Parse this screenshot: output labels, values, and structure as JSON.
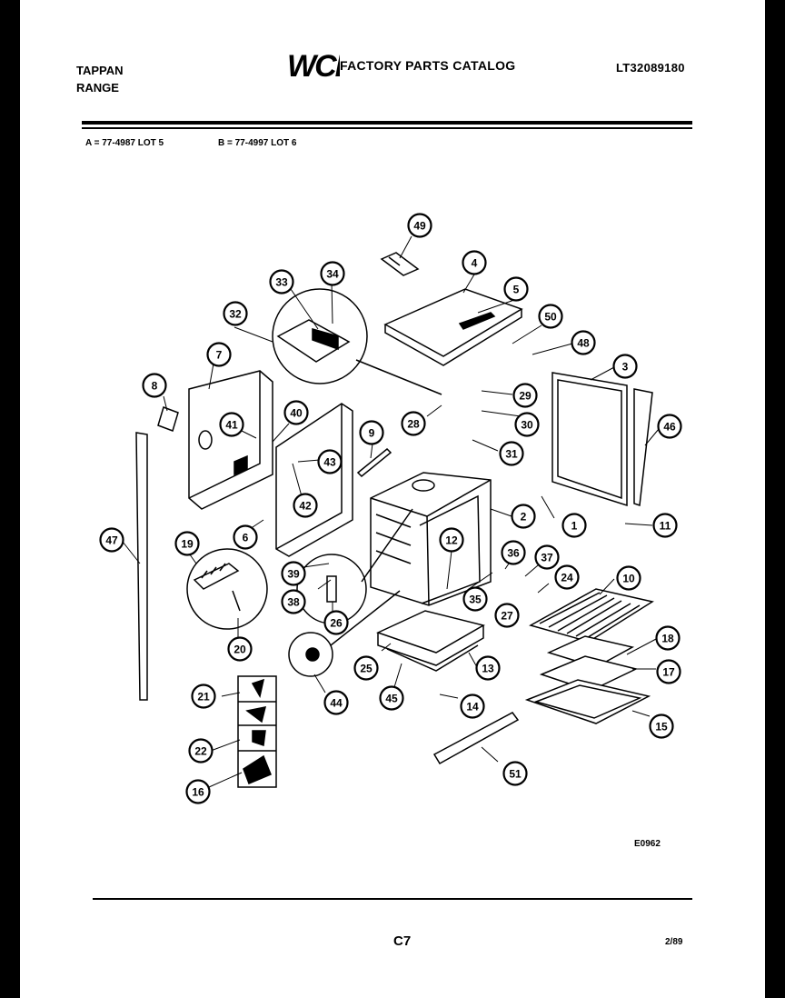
{
  "header": {
    "brand_line1": "TAPPAN",
    "brand_line2": "RANGE",
    "logo_text": "WCI",
    "catalog_title": "FACTORY PARTS CATALOG",
    "model_number": "LT32089180",
    "lot_a": "A = 77-4987 LOT 5",
    "lot_b": "B = 77-4997 LOT 6"
  },
  "footer": {
    "diagram_code": "E0962",
    "page_number": "C7",
    "date": "2/89"
  },
  "callouts": [
    "1",
    "2",
    "3",
    "4",
    "5",
    "6",
    "7",
    "8",
    "9",
    "10",
    "11",
    "12",
    "13",
    "14",
    "15",
    "16",
    "17",
    "18",
    "19",
    "20",
    "21",
    "22",
    "24",
    "25",
    "26",
    "27",
    "28",
    "29",
    "30",
    "31",
    "32",
    "33",
    "34",
    "35",
    "36",
    "37",
    "38",
    "39",
    "40",
    "41",
    "42",
    "43",
    "44",
    "45",
    "46",
    "47",
    "48",
    "49",
    "50",
    "51"
  ],
  "colors": {
    "ink": "#000000",
    "paper": "#ffffff",
    "border": "#000000"
  }
}
